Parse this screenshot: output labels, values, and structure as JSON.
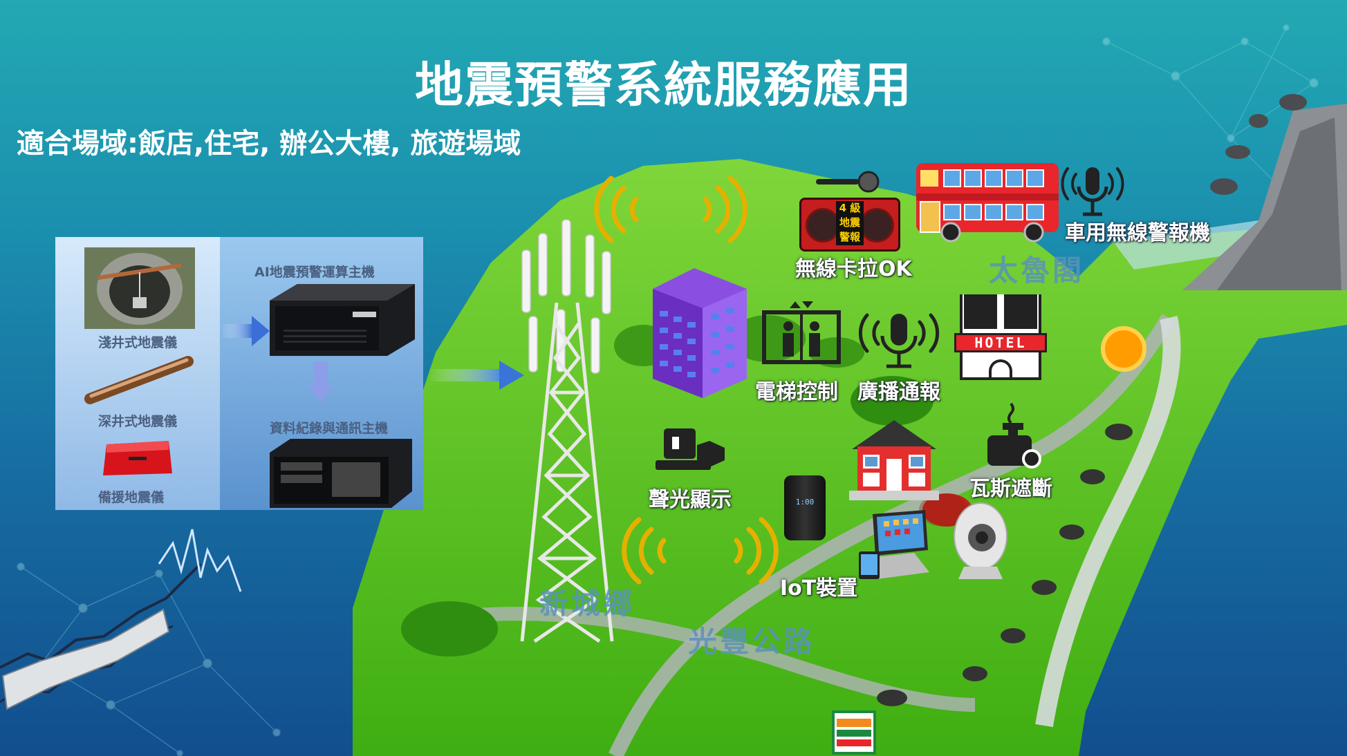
{
  "title": "地震預警系統服務應用",
  "subtitle": "適合場域:飯店,住宅,  辦公大樓,  旅遊場域",
  "panel": {
    "sensors": {
      "shallow": "淺井式地震儀",
      "deep": "深井式地震儀",
      "backup": "備援地震儀"
    },
    "ai_host": "AI地震預警運算主機",
    "data_host": "資料紀錄與通訊主機"
  },
  "map": {
    "place_names": {
      "taroko": "太魯閣",
      "township": "新城鄉",
      "road": "光豐公路"
    },
    "labels": {
      "karaoke": "無線卡拉OK",
      "vehicle_alarm": "車用無線警報機",
      "elevator": "電梯控制",
      "broadcast": "廣播通報",
      "light_sound": "聲光顯示",
      "gas": "瓦斯遮斷",
      "iot": "IoT裝置"
    },
    "karaoke_screen": [
      "4 級",
      "地震",
      "警報"
    ],
    "hotel_sign": "HOTEL",
    "speaker_clock": "1:00"
  },
  "colors": {
    "background_top": "#22a9b3",
    "background_bottom": "#124e8e",
    "map_green": "#54c21c",
    "bus_red": "#e8262c",
    "signal_yellow": "#e8b400",
    "building_purple": "#7a3cc8"
  },
  "icons": [
    "signal-wave-icon",
    "microphone-icon",
    "elevator-icon",
    "hotel-icon",
    "bus-icon",
    "speaker-icon",
    "house-icon",
    "gas-valve-icon",
    "display-camera-icon",
    "cell-tower-icon",
    "arrow-right-icon",
    "earthquake-crack-icon"
  ]
}
